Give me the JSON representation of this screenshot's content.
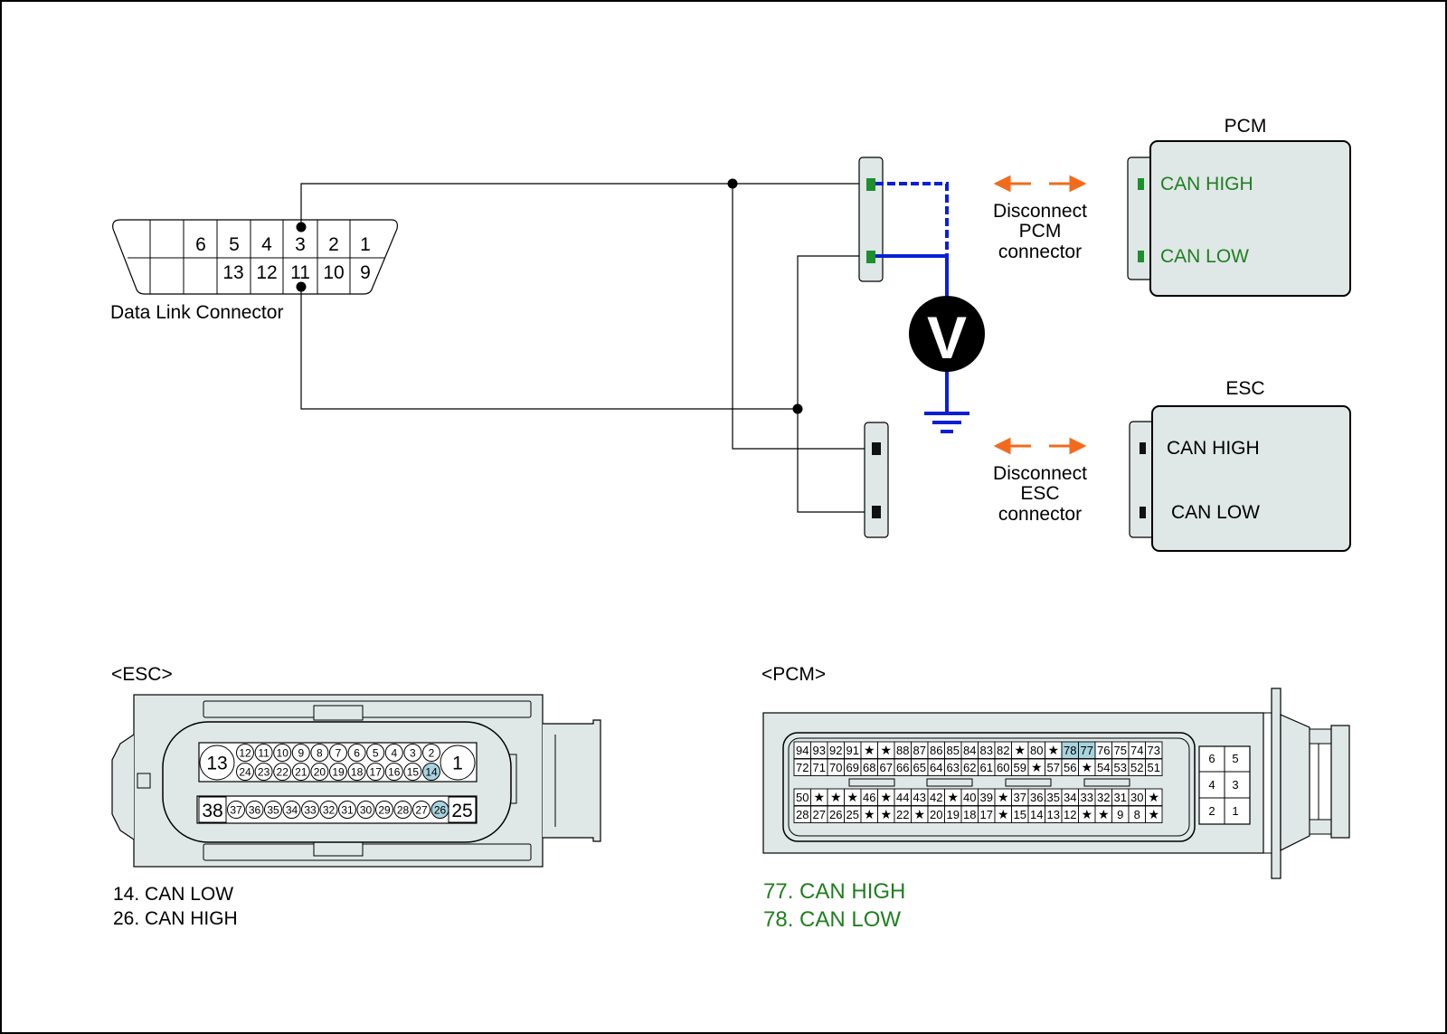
{
  "colors": {
    "body_fill": "#dfe7e7",
    "can_text": "#1f7f1f",
    "highlight_pin": "#a8d3df",
    "meter_wire": "#0a1fd6",
    "arrow": "#f26b1d",
    "pin_green": "#1e8f2d",
    "pin_black": "#111111"
  },
  "dlc": {
    "label": "Data Link Connector",
    "top_pins": [
      "6",
      "5",
      "4",
      "3",
      "2",
      "1"
    ],
    "bottom_pins": [
      "13",
      "12",
      "11",
      "10",
      "9"
    ]
  },
  "pcm_module": {
    "title": "PCM",
    "pins": [
      "CAN HIGH",
      "CAN LOW"
    ],
    "disconnect_lines": [
      "Disconnect",
      "PCM",
      "connector"
    ]
  },
  "esc_module": {
    "title": "ESC",
    "pins": [
      "CAN HIGH",
      "CAN LOW"
    ],
    "disconnect_lines": [
      "Disconnect",
      "ESC",
      "connector"
    ]
  },
  "voltmeter": {
    "symbol": "V",
    "icon": "voltmeter-icon"
  },
  "ground": {
    "icon": "ground-icon"
  },
  "esc_connector": {
    "title": "<ESC>",
    "big_pins": [
      "13",
      "1",
      "38",
      "25"
    ],
    "row1": [
      "12",
      "11",
      "10",
      "9",
      "8",
      "7",
      "6",
      "5",
      "4",
      "3",
      "2"
    ],
    "row2": [
      "24",
      "23",
      "22",
      "21",
      "20",
      "19",
      "18",
      "17",
      "16",
      "15",
      "14"
    ],
    "row3": [
      "37",
      "36",
      "35",
      "34",
      "33",
      "32",
      "31",
      "30",
      "29",
      "28",
      "27",
      "26"
    ],
    "highlighted": [
      "14",
      "26"
    ],
    "legend": [
      "14. CAN LOW",
      "26. CAN HIGH"
    ]
  },
  "pcm_connector": {
    "title": "<PCM>",
    "row1": [
      "94",
      "93",
      "92",
      "91",
      "★",
      "★",
      "88",
      "87",
      "86",
      "85",
      "84",
      "83",
      "82",
      "★",
      "80",
      "★",
      "78",
      "77",
      "76",
      "75",
      "74",
      "73"
    ],
    "row2": [
      "72",
      "71",
      "70",
      "69",
      "68",
      "67",
      "66",
      "65",
      "64",
      "63",
      "62",
      "61",
      "60",
      "59",
      "★",
      "57",
      "56",
      "★",
      "54",
      "53",
      "52",
      "51"
    ],
    "row3": [
      "50",
      "★",
      "★",
      "★",
      "46",
      "★",
      "44",
      "43",
      "42",
      "★",
      "40",
      "39",
      "★",
      "37",
      "36",
      "35",
      "34",
      "33",
      "32",
      "31",
      "30",
      "★"
    ],
    "row4": [
      "28",
      "27",
      "26",
      "25",
      "★",
      "★",
      "22",
      "★",
      "20",
      "19",
      "18",
      "17",
      "★",
      "15",
      "14",
      "13",
      "12",
      "★",
      "★",
      "9",
      "8",
      "★"
    ],
    "power_pins": [
      [
        "6",
        "5"
      ],
      [
        "4",
        "3"
      ],
      [
        "2",
        "1"
      ]
    ],
    "highlighted": [
      "78",
      "77"
    ],
    "legend": [
      "77. CAN HIGH",
      "78. CAN LOW"
    ]
  }
}
